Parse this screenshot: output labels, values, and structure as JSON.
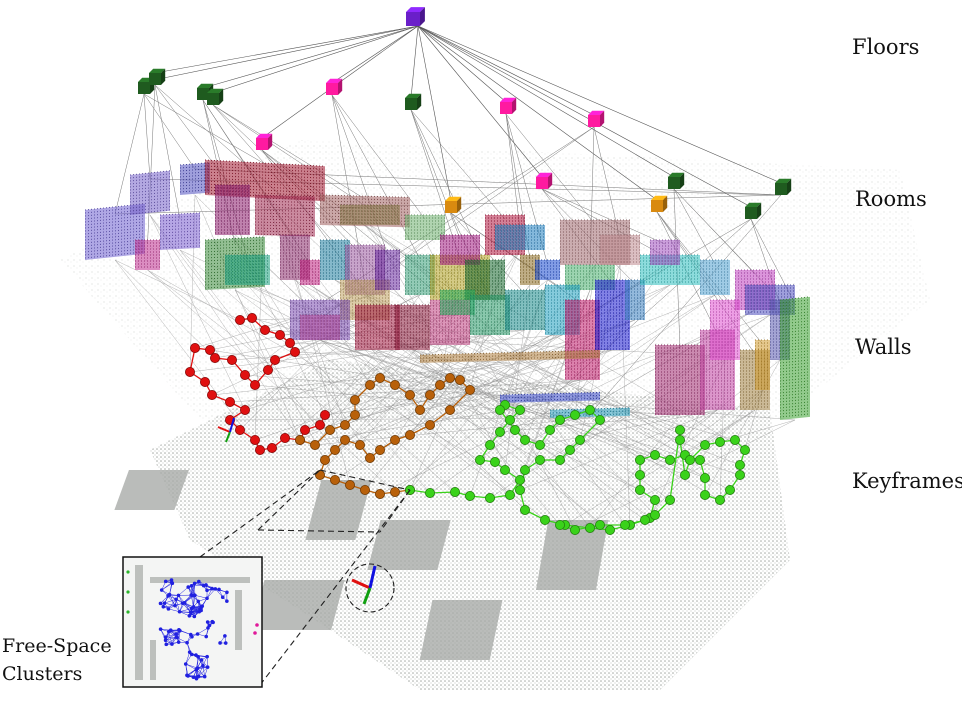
{
  "layers": {
    "floors": "Floors",
    "rooms": "Rooms",
    "walls": "Walls",
    "keyframes": "Keyframes"
  },
  "inset": {
    "line1": "Free-Space",
    "line2": "Clusters"
  },
  "colors": {
    "floor_node": "#6a1fc9",
    "room_green": "#1f5b1f",
    "room_pink": "#ff1aa0",
    "room_orange": "#d98a10",
    "keyframe_red": "#e01010",
    "keyframe_brown": "#b8600a",
    "keyframe_green": "#3ad21a",
    "freespace_blue": "#2020e0",
    "ground_cloud": "#b8bbb8"
  }
}
